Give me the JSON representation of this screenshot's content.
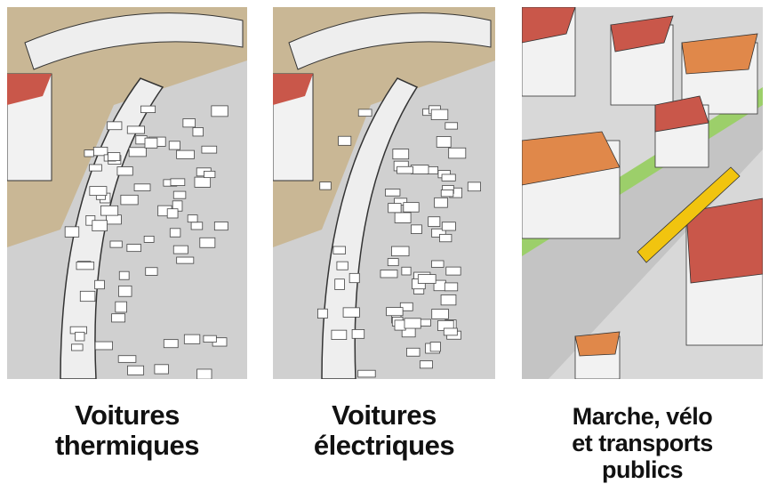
{
  "panels": [
    {
      "caption_line1": "Voitures",
      "caption_line2": "thermiques"
    },
    {
      "caption_line1": "Voitures",
      "caption_line2": "électriques"
    },
    {
      "caption_line1": "Marche, vélo",
      "caption_line2": "et transports",
      "caption_line3": "publics"
    }
  ],
  "colors": {
    "ground": "#c9b795",
    "road": "#cfcfcf",
    "roof_red": "#c9574a",
    "roof_orange": "#e0884a",
    "tram": "#f1c40f",
    "grass": "#9ccf6a"
  }
}
